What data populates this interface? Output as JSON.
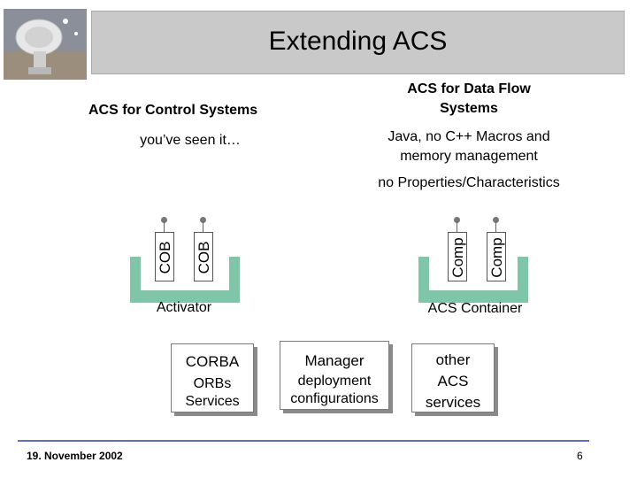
{
  "title": "Extending ACS",
  "logo_icon": "telescope-antenna-logo",
  "control": {
    "heading": "ACS for Control Systems",
    "note": "you’ve seen it…",
    "components": [
      "COB",
      "COB"
    ],
    "container_label": "Activator"
  },
  "dataflow": {
    "heading_line1": "ACS for Data Flow",
    "heading_line2": "Systems",
    "note_line1": "Java, no C++ Macros and",
    "note_line2": "memory management",
    "props_note": "no Properties/Characteristics",
    "components": [
      "Comp",
      "Comp"
    ],
    "container_label": "ACS Container"
  },
  "services": {
    "corba": {
      "title": "CORBA",
      "line1": "ORBs",
      "line2": "Services"
    },
    "manager": {
      "title": "Manager",
      "line1": "deployment",
      "line2": "configurations"
    },
    "other": {
      "line1": "other",
      "line2": "ACS",
      "line3": "services"
    }
  },
  "footer": {
    "date": "19. November 2002",
    "page": "6"
  },
  "colors": {
    "container": "#7fc6a8",
    "title_band": "#c9c9c9",
    "footer_rule": "#5b6fc4"
  }
}
